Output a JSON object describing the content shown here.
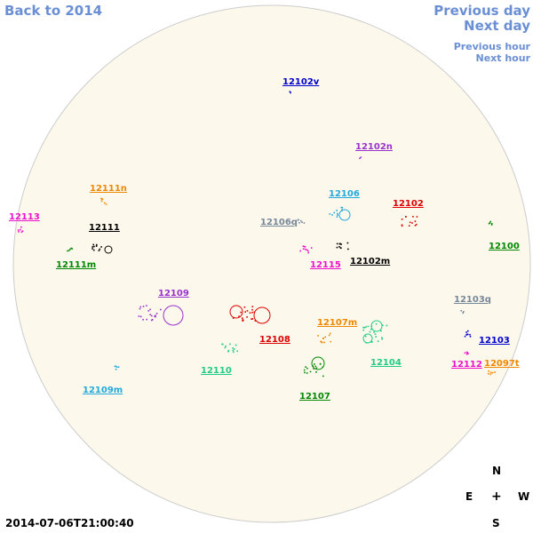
{
  "nav": {
    "back": "Back to 2014",
    "prev_day": "Previous day",
    "next_day": "Next day",
    "prev_hour": "Previous hour",
    "next_hour": "Next hour"
  },
  "timestamp": "2014-07-06T21:00:40",
  "compass": {
    "n": "N",
    "s": "S",
    "e": "E",
    "w": "W",
    "center": "+"
  },
  "colors": {
    "nav": "#6a8fd4",
    "disk_fill": "#fdf8ec",
    "disk_stroke": "#cccccc"
  },
  "regions": [
    {
      "id": "12102v",
      "color": "#0000cc"
    },
    {
      "id": "12102n",
      "color": "#9933cc"
    },
    {
      "id": "12111n",
      "color": "#ee8800"
    },
    {
      "id": "12106",
      "color": "#22aadd"
    },
    {
      "id": "12102",
      "color": "#dd0000"
    },
    {
      "id": "12113",
      "color": "#ee11cc"
    },
    {
      "id": "12106q",
      "color": "#778899"
    },
    {
      "id": "12111",
      "color": "#000000"
    },
    {
      "id": "12100",
      "color": "#008800"
    },
    {
      "id": "12102m",
      "color": "#000000"
    },
    {
      "id": "12115",
      "color": "#ee11cc"
    },
    {
      "id": "12111m",
      "color": "#008800"
    },
    {
      "id": "12109",
      "color": "#9933cc"
    },
    {
      "id": "12103q",
      "color": "#778899"
    },
    {
      "id": "12107m",
      "color": "#ee8800"
    },
    {
      "id": "12108",
      "color": "#dd0000"
    },
    {
      "id": "12103",
      "color": "#0000cc"
    },
    {
      "id": "12110",
      "color": "#22cc88"
    },
    {
      "id": "12104",
      "color": "#22cc88"
    },
    {
      "id": "12112",
      "color": "#ee11cc"
    },
    {
      "id": "12097t",
      "color": "#ee8800"
    },
    {
      "id": "12109m",
      "color": "#22aadd"
    },
    {
      "id": "12107",
      "color": "#008800"
    }
  ]
}
